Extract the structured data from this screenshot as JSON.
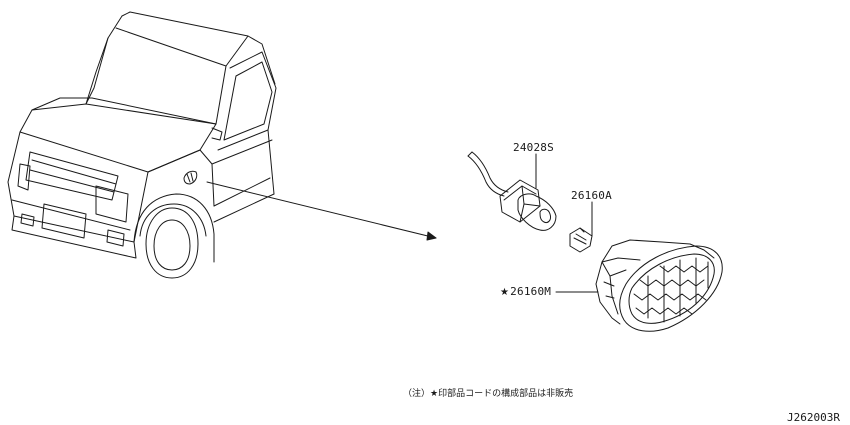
{
  "parts": {
    "socket": {
      "part_no": "24028S"
    },
    "bulb": {
      "part_no": "26160A"
    },
    "lamp": {
      "marker": "★",
      "part_no": "26160M"
    }
  },
  "footnote": "（注）★印部品コードの構成部品は非販売",
  "diagram_code": "J262003R",
  "colors": {
    "line": "#1a1a1a",
    "background": "#ffffff"
  }
}
